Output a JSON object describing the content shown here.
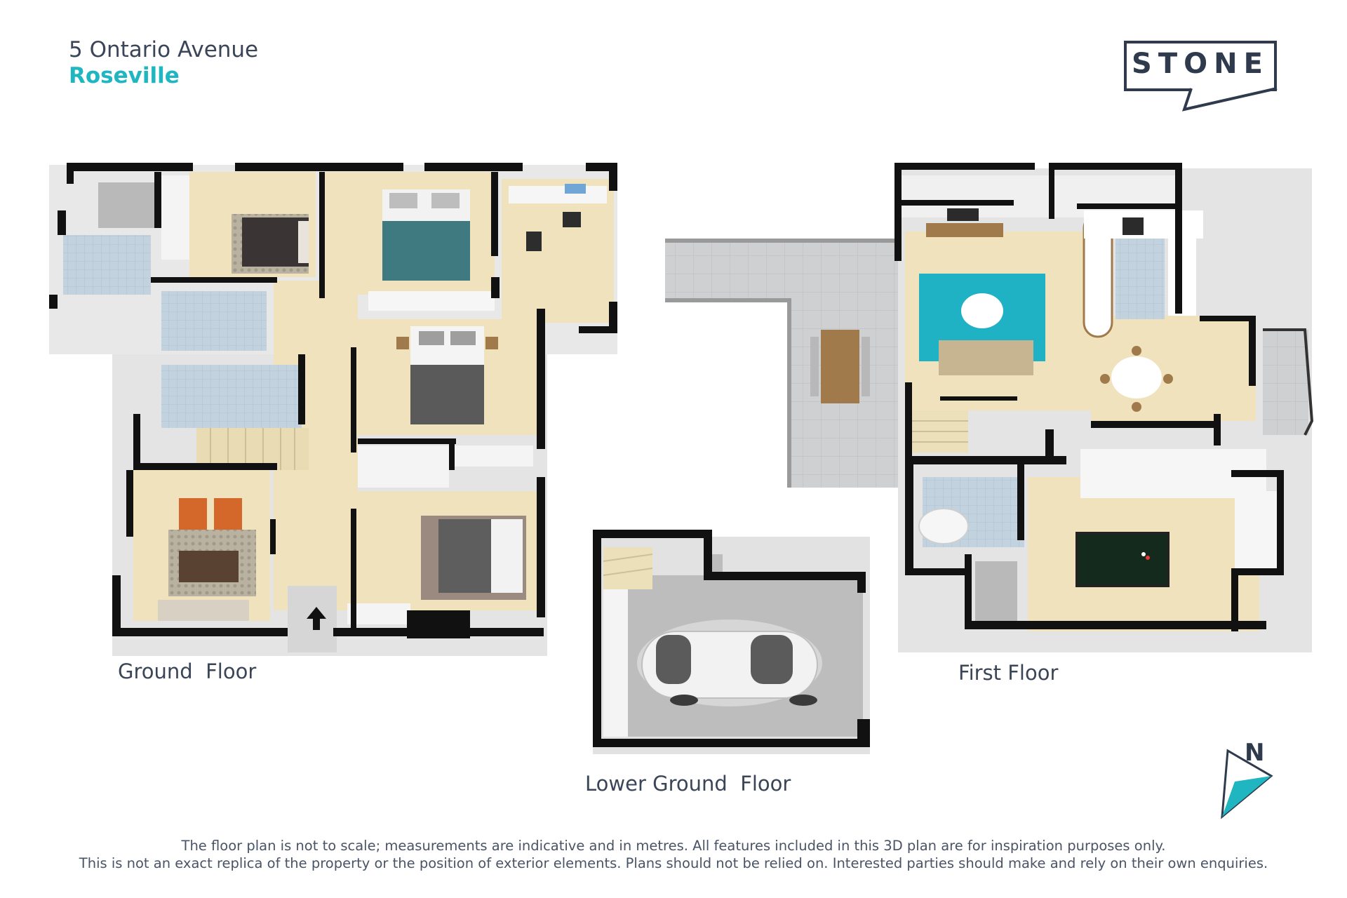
{
  "header": {
    "address_line": "5 Ontario Avenue",
    "suburb": "Roseville"
  },
  "logo": {
    "text": "STONE",
    "color": "#2f3a4d"
  },
  "floors": {
    "ground": "Ground  Floor",
    "lower_ground": "Lower Ground  Floor",
    "first": "First Floor"
  },
  "compass": {
    "label": "N",
    "color": "#1fb6c1"
  },
  "disclaimer": {
    "line1": "The floor plan is not to scale; measurements are indicative and in metres. All features included in this 3D plan are for inspiration purposes only.",
    "line2": "This is not an exact replica of the property or the position of exterior elements. Plans should not be relied on. Interested parties should make and rely on their own enquiries."
  },
  "colors": {
    "carpet": "#efe2bd",
    "tile": "#c6d6e2",
    "paving": "#cfd0d1",
    "wall": "#111111",
    "accent": "#1fb6c1"
  }
}
